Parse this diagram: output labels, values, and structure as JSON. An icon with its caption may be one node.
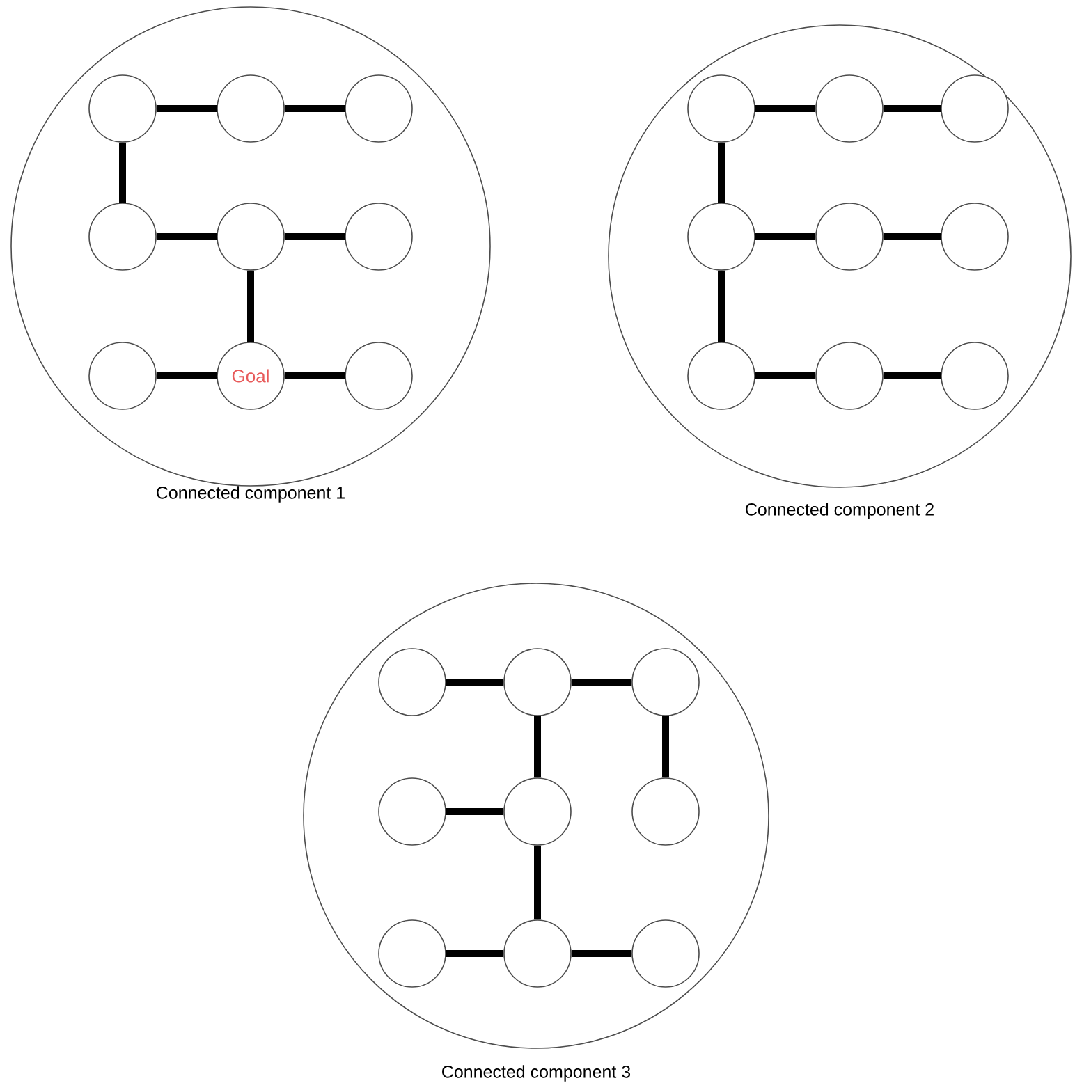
{
  "diagram": {
    "nodes": [
      {
        "text": [
          "Connected component 1"
        ]
      },
      {
        "text": [],
        "shape": "circle",
        "in": 0
      },
      {
        "text": [],
        "shape": "circle",
        "in": 0
      },
      {
        "text": [],
        "shape": "circle",
        "in": 0
      },
      {
        "text": [],
        "shape": "circle",
        "in": 0
      },
      {
        "text": [],
        "shape": "circle",
        "in": 0
      },
      {
        "text": [],
        "shape": "circle",
        "in": 0
      },
      {
        "text": [],
        "shape": "circle",
        "in": 0
      },
      {
        "text": [
          "Goal"
        ],
        "in": 0
      },
      {
        "text": [],
        "shape": "circle",
        "in": 0
      },
      {
        "text": [
          "Connected component 2"
        ]
      },
      {
        "text": [],
        "shape": "circle",
        "in": 10
      },
      {
        "text": [],
        "shape": "circle",
        "in": 10
      },
      {
        "text": [],
        "shape": "circle",
        "in": 10
      },
      {
        "text": [],
        "shape": "circle",
        "in": 10
      },
      {
        "text": [],
        "shape": "circle",
        "in": 10
      },
      {
        "text": [],
        "shape": "circle",
        "in": 10
      },
      {
        "text": [],
        "shape": "circle",
        "in": 10
      },
      {
        "text": [],
        "shape": "circle",
        "in": 10
      },
      {
        "text": [],
        "shape": "circle",
        "in": 10
      },
      {
        "text": [
          "Connected component 3"
        ]
      },
      {
        "text": [],
        "shape": "circle",
        "in": 20
      },
      {
        "text": [],
        "shape": "circle",
        "in": 20
      },
      {
        "text": [],
        "shape": "circle",
        "in": 20
      },
      {
        "text": [],
        "shape": "circle",
        "in": 20
      },
      {
        "text": [],
        "shape": "circle",
        "in": 20
      },
      {
        "text": [],
        "shape": "circle",
        "in": 20
      },
      {
        "text": [],
        "shape": "circle",
        "in": 20
      },
      {
        "text": [],
        "shape": "circle",
        "in": 20
      },
      {
        "text": [],
        "shape": "circle",
        "in": 20
      }
    ],
    "edges": [
      {
        "from": 1,
        "to": 2,
        "arrow": "none"
      },
      {
        "from": 2,
        "to": 3,
        "arrow": "none"
      },
      {
        "from": 1,
        "to": 4,
        "arrow": "none"
      },
      {
        "from": 4,
        "to": 5,
        "arrow": "none"
      },
      {
        "from": 5,
        "to": 6,
        "arrow": "none"
      },
      {
        "from": 5,
        "to": 8,
        "arrow": "none"
      },
      {
        "from": 7,
        "to": 8,
        "arrow": "none"
      },
      {
        "from": 8,
        "to": 9,
        "arrow": "none"
      },
      {
        "from": 11,
        "to": 12,
        "arrow": "none"
      },
      {
        "from": 12,
        "to": 13,
        "arrow": "none"
      },
      {
        "from": 11,
        "to": 14,
        "arrow": "none"
      },
      {
        "from": 14,
        "to": 15,
        "arrow": "none"
      },
      {
        "from": 15,
        "to": 16,
        "arrow": "none"
      },
      {
        "from": 14,
        "to": 17,
        "arrow": "none"
      },
      {
        "from": 17,
        "to": 18,
        "arrow": "none"
      },
      {
        "from": 18,
        "to": 19,
        "arrow": "none"
      },
      {
        "from": 21,
        "to": 22,
        "arrow": "none"
      },
      {
        "from": 22,
        "to": 23,
        "arrow": "none"
      },
      {
        "from": 22,
        "to": 25,
        "arrow": "none"
      },
      {
        "from": 23,
        "to": 26,
        "arrow": "none"
      },
      {
        "from": 24,
        "to": 25,
        "arrow": "none"
      },
      {
        "from": 25,
        "to": 28,
        "arrow": "none"
      },
      {
        "from": 27,
        "to": 28,
        "arrow": "none"
      },
      {
        "from": 28,
        "to": 29,
        "arrow": "none"
      }
    ]
  }
}
